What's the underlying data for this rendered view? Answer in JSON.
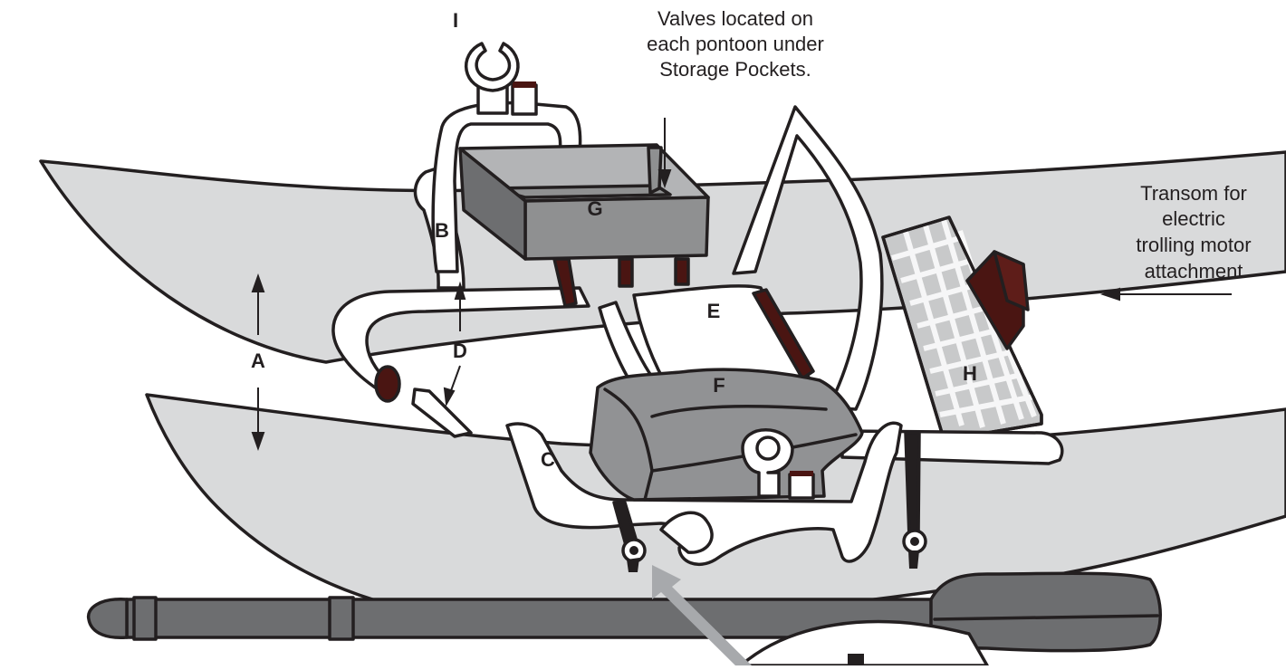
{
  "colors": {
    "outline": "#231f20",
    "pontoon": "#d9dadb",
    "frame": "#ffffff",
    "box": "#8f9091",
    "seat": "#919294",
    "oar": "#6d6e70",
    "dark_red": "#4a1512",
    "mesh": "#c8c9ca",
    "pointer_gray": "#a7a9ac"
  },
  "parts": {
    "a": "A",
    "b": "B",
    "c": "C",
    "d": "D",
    "e": "E",
    "f": "F",
    "g": "G",
    "h": "H",
    "i": "I"
  },
  "notes": {
    "valves": [
      "Valves located on",
      "each pontoon under",
      "Storage Pockets."
    ],
    "transom": [
      "Transom for",
      "electric",
      "trolling motor",
      "attachment"
    ]
  }
}
